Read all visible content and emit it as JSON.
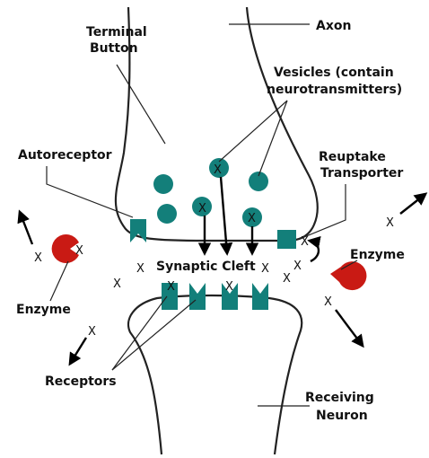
{
  "labels": {
    "terminal_button_1": "Terminal",
    "terminal_button_2": "Button",
    "axon": "Axon",
    "vesicles_1": "Vesicles (contain",
    "vesicles_2": "neurotransmitters)",
    "autoreceptor": "Autoreceptor",
    "reuptake_1": "Reuptake",
    "reuptake_2": "Transporter",
    "synaptic_cleft": "Synaptic Cleft",
    "enzyme_left": "Enzyme",
    "enzyme_right": "Enzyme",
    "receptors": "Receptors",
    "receiving_1": "Receiving",
    "receiving_2": "Neuron"
  },
  "molecule_glyph": "X",
  "colors": {
    "teal": "#137f7a",
    "enzyme_red": "#c91a14",
    "outline": "#222222"
  }
}
